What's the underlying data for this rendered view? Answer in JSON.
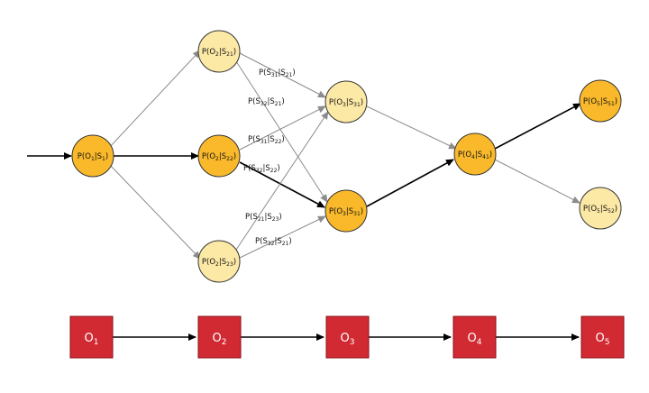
{
  "colors": {
    "node_dark_fill": "#f9b92a",
    "node_light_fill": "#fde9a6",
    "node_stroke": "#333333",
    "obs_fill": "#d12a33",
    "obs_stroke": "#8a1017",
    "edge_strong": "#000000",
    "edge_faint": "#8c8c8c"
  },
  "nodes": {
    "o1_s1": {
      "pre": "P(O",
      "sub1": "1",
      "mid": "|S",
      "sub2": "1",
      "post": ")",
      "style": "dark"
    },
    "o2_s21": {
      "pre": "P(O",
      "sub1": "2",
      "mid": "|S",
      "sub2": "21",
      "post": ")",
      "style": "light"
    },
    "o2_s22": {
      "pre": "P(O",
      "sub1": "2",
      "mid": "|S",
      "sub2": "22",
      "post": ")",
      "style": "dark"
    },
    "o2_s23": {
      "pre": "P(O",
      "sub1": "2",
      "mid": "|S",
      "sub2": "23",
      "post": ")",
      "style": "light"
    },
    "o3_s31a": {
      "pre": "P(O",
      "sub1": "3",
      "mid": "|S",
      "sub2": "31",
      "post": ")",
      "style": "light"
    },
    "o3_s31b": {
      "pre": "P(O",
      "sub1": "3",
      "mid": "|S",
      "sub2": "31",
      "post": ")",
      "style": "dark"
    },
    "o4_s41": {
      "pre": "P(O",
      "sub1": "4",
      "mid": "|S",
      "sub2": "41",
      "post": ")",
      "style": "dark"
    },
    "o5_s51": {
      "pre": "P(O",
      "sub1": "5",
      "mid": "|S",
      "sub2": "51",
      "post": ")",
      "style": "dark"
    },
    "o5_s52": {
      "pre": "P(O",
      "sub1": "5",
      "mid": "|S",
      "sub2": "52",
      "post": ")",
      "style": "light"
    }
  },
  "edge_labels": {
    "s31_s21": {
      "pre": "P(S",
      "sub1": "31",
      "mid": "|S",
      "sub2": "21",
      "post": ")"
    },
    "s32_s21_top": {
      "pre": "P(S",
      "sub1": "32",
      "mid": "|S",
      "sub2": "21",
      "post": ")"
    },
    "s31_s22": {
      "pre": "P(S",
      "sub1": "31",
      "mid": "|S",
      "sub2": "22",
      "post": ")"
    },
    "s32_s22": {
      "pre": "P(S",
      "sub1": "32",
      "mid": "|S",
      "sub2": "22",
      "post": ")"
    },
    "s21_s23": {
      "pre": "P(S",
      "sub1": "21",
      "mid": "|S",
      "sub2": "23",
      "post": ")"
    },
    "s32_s21_bot": {
      "pre": "P(S",
      "sub1": "32",
      "mid": "|S",
      "sub2": "21",
      "post": ")"
    }
  },
  "observations": [
    {
      "pre": "O",
      "sub": "1"
    },
    {
      "pre": "O",
      "sub": "2"
    },
    {
      "pre": "O",
      "sub": "3"
    },
    {
      "pre": "O",
      "sub": "4"
    },
    {
      "pre": "O",
      "sub": "5"
    }
  ]
}
